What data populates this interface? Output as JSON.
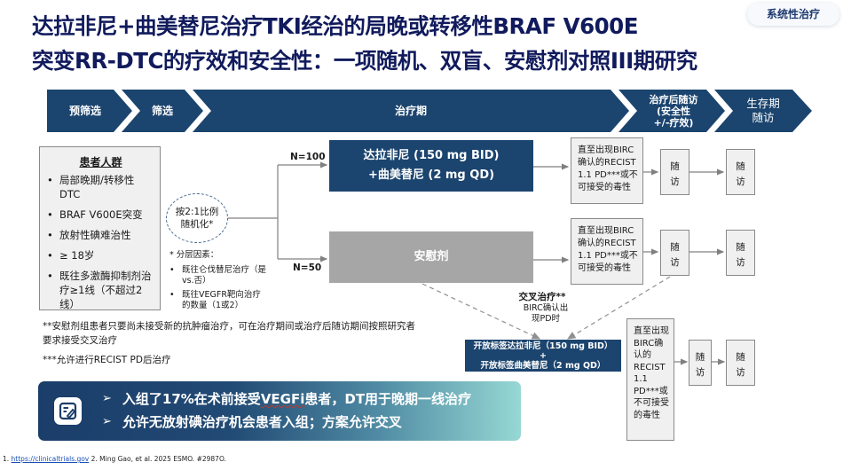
{
  "title": {
    "line1": "达拉非尼+曲美替尼治疗TKI经治的局晚或转移性BRAF V600E",
    "line2": "突变RR-DTC的疗效和安全性：一项随机、双盲、安慰剂对照III期研究"
  },
  "tag": "系统性治疗",
  "phases": [
    {
      "label": "预筛选"
    },
    {
      "label": "筛选"
    },
    {
      "label": "治疗期"
    },
    {
      "label": "治疗后随访\n(安全性\n+/-疗效)"
    },
    {
      "label": "生存期\n随访"
    }
  ],
  "population": {
    "title": "患者人群",
    "items": [
      "局部晚期/转移性DTC",
      "BRAF V600E突变",
      "放射性碘难治性",
      "≥ 18岁",
      "既往多激酶抑制剂治疗≥1线（不超过2线）"
    ]
  },
  "randomization": {
    "line1": "按2:1比例",
    "line2": "随机化*"
  },
  "stratification": {
    "header": "* 分层因素：",
    "items": [
      "既往仑伐替尼治疗（是 vs.否）",
      "既往VEGFR靶向治疗的数量（1或2）"
    ]
  },
  "arms": {
    "active": {
      "n": "N=100",
      "line1": "达拉非尼 (150 mg BID)",
      "line2": "+曲美替尼 (2 mg QD)"
    },
    "placebo": {
      "n": "N=50",
      "label": "安慰剂"
    }
  },
  "until_text": {
    "l1": "直至出现BIRC",
    "l2": "确认的RECIST",
    "l3": "1.1 PD***或不",
    "l4": "可接受的毒性"
  },
  "until_text_narrow": "直至出现BIRC确认的RECIST 1.1 PD***或不可接受的毒性",
  "visit": {
    "l1": "随",
    "l2": "访"
  },
  "crossover": {
    "title": "交叉治疗**",
    "sub": "BIRC确认出现PD时"
  },
  "open_label": {
    "line1": "开放标签达拉非尼（150 mg BID）",
    "plus": "+",
    "line2": "开放标签曲美替尼（2 mg QD）"
  },
  "notes": {
    "n1": "**安慰剂组患者只要尚未接受新的抗肿瘤治疗，可在治疗期间或治疗后随访期间按照研究者要求接受交叉治疗",
    "n2": "***允许进行RECIST PD后治疗"
  },
  "banner": {
    "icon": "note-edit-icon",
    "line1_pre": "入组了17%在术前接受",
    "line1_word": "VEGFi",
    "line1_post": "患者，DT用于晚期一线治疗",
    "line2": "允许无放射碘治疗机会患者入组；方案允许交叉",
    "bullet": "➢"
  },
  "footer": {
    "num1": "1. ",
    "link": "https://clinicaltrials.gov",
    "rest": " 2. Ming Gao, et al. 2025 ESMO. #2987O."
  },
  "colors": {
    "title": "#101a5c",
    "navy": "#1b446e",
    "placebo": "#a6a6a6",
    "box_bg": "#f0f0f0"
  }
}
